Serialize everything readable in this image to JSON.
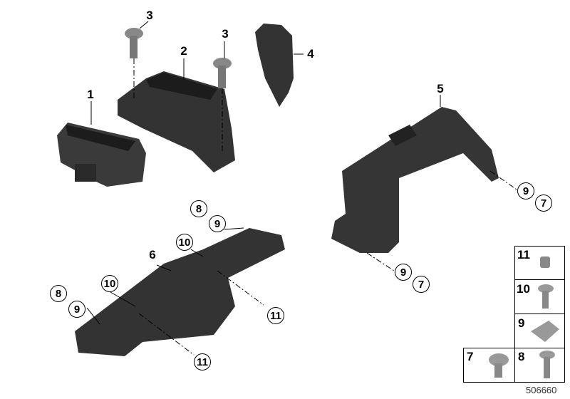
{
  "callouts": {
    "c1": "1",
    "c2": "2",
    "c3a": "3",
    "c3b": "3",
    "c4": "4",
    "c5": "5",
    "c6": "6",
    "c8a": "8",
    "c9a": "9",
    "c10a": "10",
    "c11a": "11",
    "c8b": "8",
    "c9b": "9",
    "c10b": "10",
    "c11b": "11",
    "c9c": "9",
    "c7c": "7",
    "c9d": "9",
    "c7d": "7"
  },
  "legend": {
    "l11": "11",
    "l10": "10",
    "l9": "9",
    "l7": "7",
    "l8": "8"
  },
  "diagram_id": "506660",
  "colors": {
    "part": "#2e2e2e",
    "part_light": "#555555",
    "line": "#000000"
  }
}
